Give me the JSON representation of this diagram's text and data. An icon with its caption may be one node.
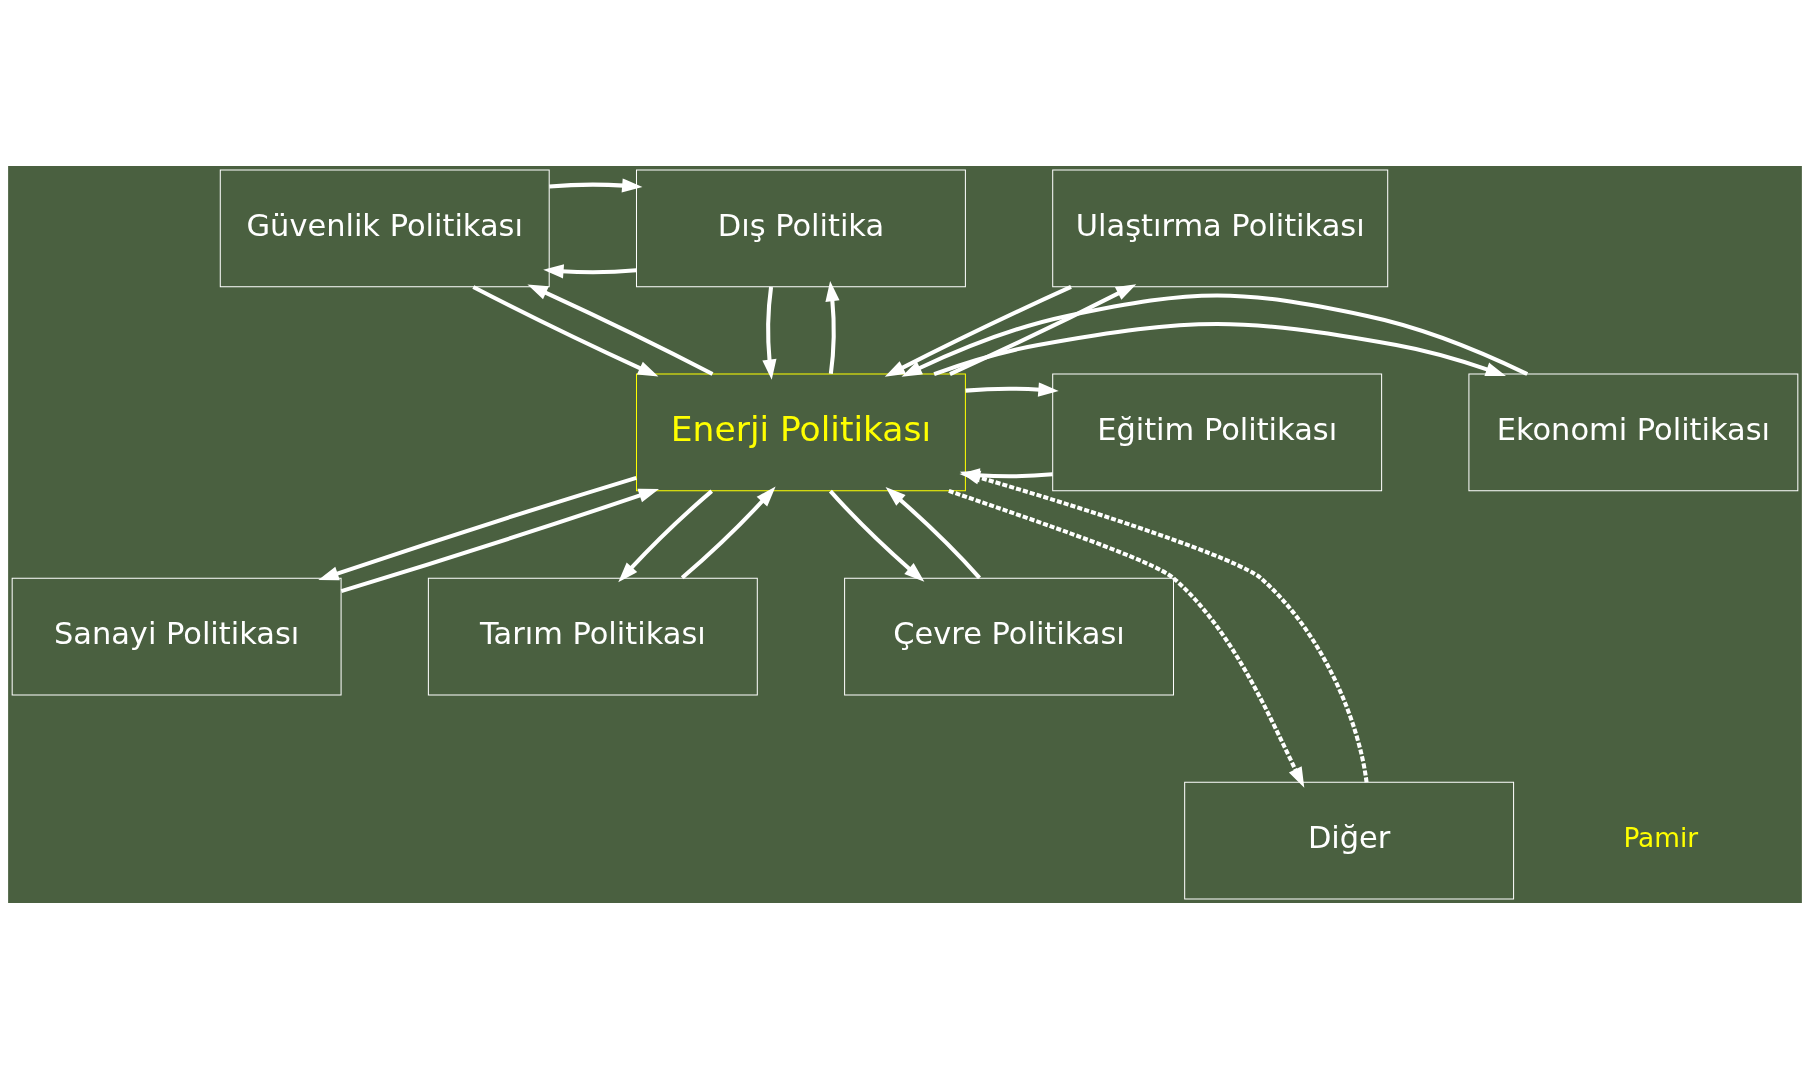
{
  "diagram": {
    "nodes": [
      {
        "text": [
          "Güvenlik Politikası"
        ]
      },
      {
        "text": [
          "Dış Politika"
        ]
      },
      {
        "text": [
          "Ulaştırma Politikası"
        ]
      },
      {
        "text": [
          "Ekonomi Politikası"
        ]
      },
      {
        "text": [
          "Enerji Politikası"
        ]
      },
      {
        "text": [
          "Eğitim Politikası"
        ]
      },
      {
        "text": [
          "Sanayi Politikası"
        ]
      },
      {
        "text": [
          "Tarım Politikası"
        ]
      },
      {
        "text": [
          "Çevre Politikası"
        ]
      },
      {
        "text": [
          "Diğer"
        ]
      }
    ],
    "edges": [
      {
        "from": 1,
        "to": 0,
        "arrow": "to"
      },
      {
        "from": 0,
        "to": 1,
        "arrow": "to"
      },
      {
        "from": 0,
        "to": 4,
        "arrow": "to"
      },
      {
        "from": 4,
        "to": 0,
        "arrow": "to"
      },
      {
        "from": 4,
        "to": 1,
        "arrow": "to"
      },
      {
        "from": 1,
        "to": 4,
        "arrow": "to"
      },
      {
        "from": 4,
        "to": 2,
        "arrow": "to"
      },
      {
        "from": 2,
        "to": 4,
        "arrow": "to"
      },
      {
        "from": 4,
        "to": 3,
        "arrow": "to"
      },
      {
        "from": 3,
        "to": 4,
        "arrow": "to"
      },
      {
        "from": 5,
        "to": 4,
        "arrow": "to"
      },
      {
        "from": 4,
        "to": 5,
        "arrow": "to"
      },
      {
        "from": 4,
        "to": 6,
        "arrow": "to"
      },
      {
        "from": 6,
        "to": 4,
        "arrow": "to"
      },
      {
        "from": 7,
        "to": 4,
        "arrow": "to"
      },
      {
        "from": 4,
        "to": 7,
        "arrow": "to"
      },
      {
        "from": 4,
        "to": 8,
        "arrow": "to"
      },
      {
        "from": 8,
        "to": 4,
        "arrow": "to"
      },
      {
        "from": 9,
        "to": 4,
        "arrow": "to",
        "style": "dashed"
      },
      {
        "from": 4,
        "to": 9,
        "arrow": "to",
        "style": "dashed"
      }
    ],
    "labels": [
      "Pamir"
    ]
  }
}
